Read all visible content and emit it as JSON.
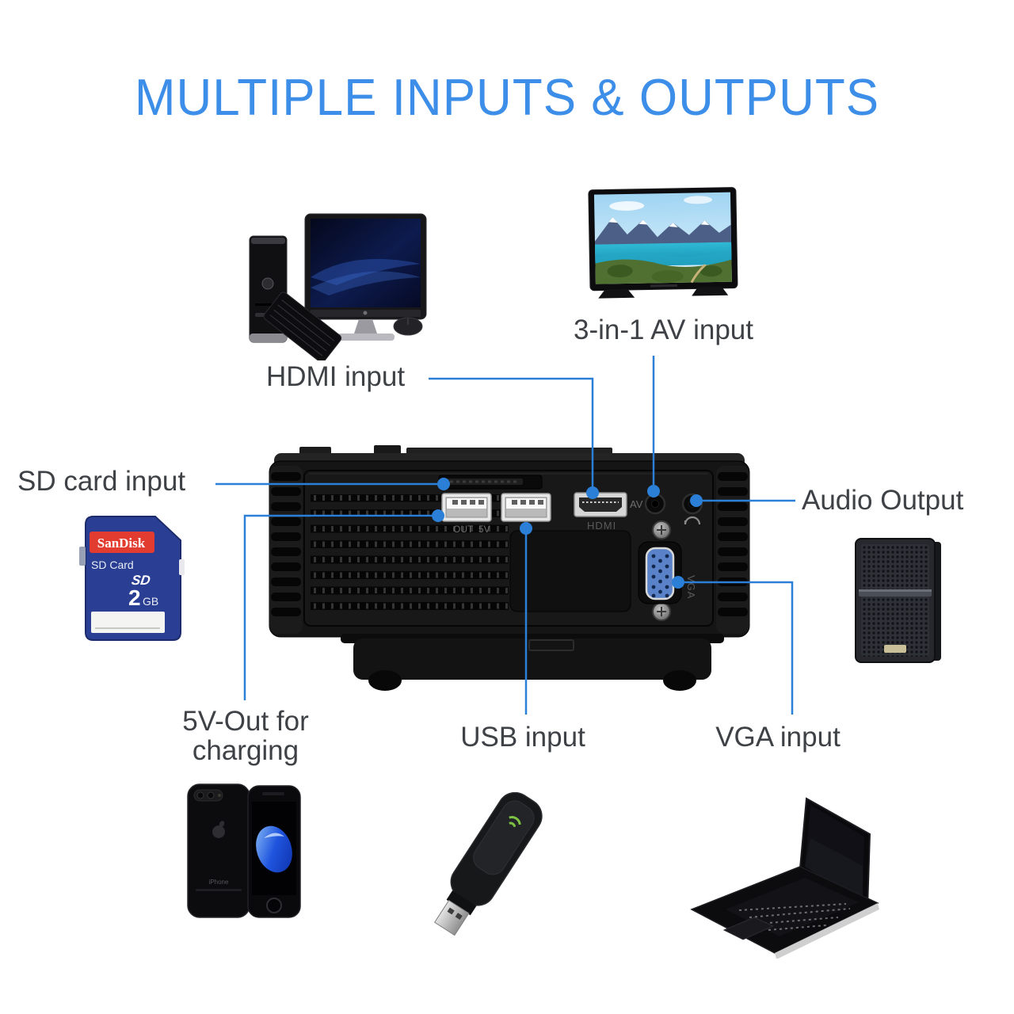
{
  "title": "MULTIPLE INPUTS & OUTPUTS",
  "colors": {
    "title_blue": "#3D8EE8",
    "callout_blue": "#2B7FD6",
    "label_gray": "#3E4145",
    "vga_port_blue": "#5A82C8",
    "sd_card_blue": "#2A3F93",
    "sd_card_red": "#E23B30",
    "dongle_led_green": "#7DC243"
  },
  "callouts": {
    "sd": "SD card input",
    "hdmi": "HDMI input",
    "av": "3-in-1 AV input",
    "audio": "Audio Output",
    "five_v_line1": "5V-Out for",
    "five_v_line2": "charging",
    "usb": "USB input",
    "vga": "VGA input"
  },
  "projector_ports": {
    "usb_out": "OUT",
    "usb_5v": "5V",
    "hdmi": "HDMI",
    "av": "AV",
    "vga": "VGA"
  },
  "sd_card": {
    "brand": "SanDisk",
    "type": "SD Card",
    "logo": "SD",
    "capacity_number": "2",
    "capacity_unit": "GB"
  },
  "phone": {
    "back_label": "iPhone"
  }
}
